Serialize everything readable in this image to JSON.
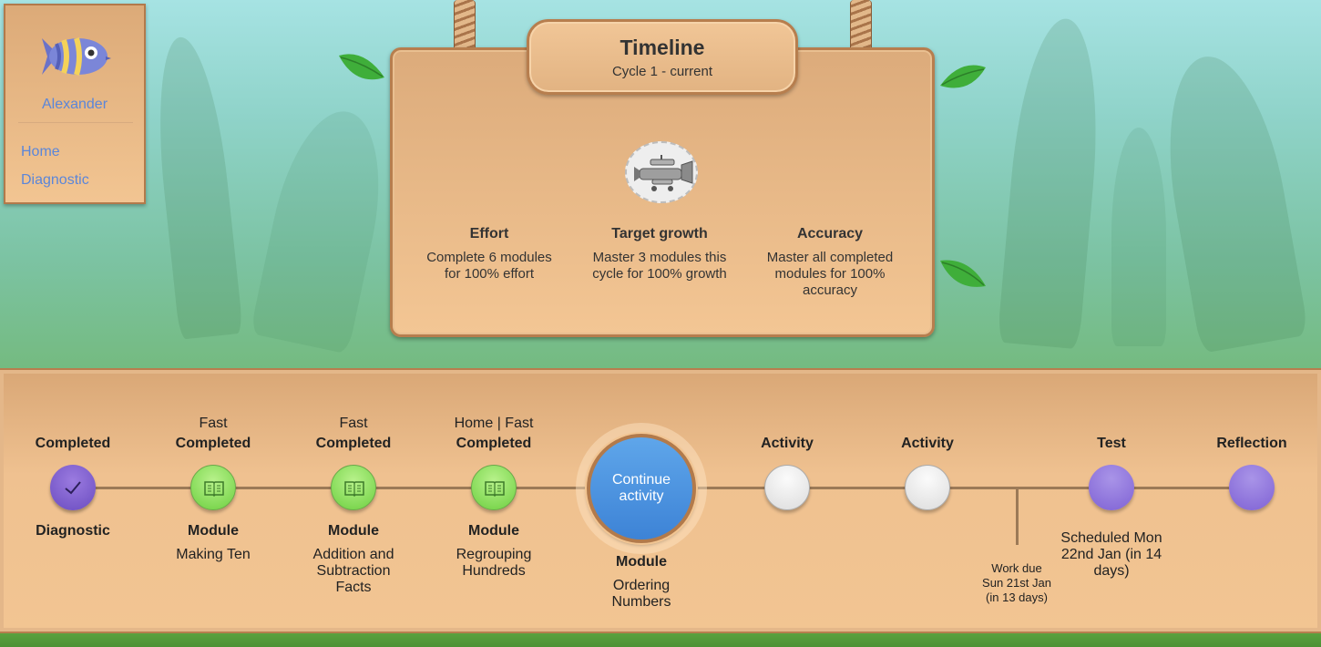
{
  "profile": {
    "name": "Alexander",
    "nav": [
      {
        "label": "Home"
      },
      {
        "label": "Diagnostic"
      }
    ]
  },
  "timeline": {
    "title": "Timeline",
    "subtitle": "Cycle 1 - current",
    "goals": [
      {
        "title": "Effort",
        "description": "Complete 6 modules for 100% effort"
      },
      {
        "title": "Target growth",
        "description": "Master 3 modules this cycle for 100% growth"
      },
      {
        "title": "Accuracy",
        "description": "Master all completed modules for 100% accuracy"
      }
    ]
  },
  "steps": [
    {
      "top": "",
      "status": "Completed",
      "type": "Diagnostic",
      "detail": ""
    },
    {
      "top": "Fast",
      "status": "Completed",
      "type": "Module",
      "detail": "Making Ten"
    },
    {
      "top": "Fast",
      "status": "Completed",
      "type": "Module",
      "detail": "Addition and Subtraction Facts"
    },
    {
      "top": "Home |  Fast",
      "status": "Completed",
      "type": "Module",
      "detail": "Regrouping Hundreds"
    },
    {
      "top": "",
      "status": "",
      "type": "Module",
      "detail": "Ordering Numbers",
      "button": "Continue activity"
    },
    {
      "top": "",
      "status": "Activity",
      "type": "",
      "detail": ""
    },
    {
      "top": "",
      "status": "Activity",
      "type": "",
      "detail": ""
    },
    {
      "top": "",
      "status": "Test",
      "type": "",
      "detail": "Scheduled Mon 22nd Jan (in 14 days)"
    },
    {
      "top": "",
      "status": "Reflection",
      "type": "",
      "detail": ""
    }
  ],
  "work_due": "Work due Sun 21st Jan (in 13 days)",
  "colors": {
    "wood": "#f2c592",
    "wood_border": "#b77e4e",
    "link": "#5b86d9",
    "completed_purple": "#6a4cc0",
    "module_green": "#6ccf3f",
    "current_blue": "#3d83d6",
    "test_purple": "#7f62d4"
  },
  "icons": {
    "avatar": "fish-avatar-icon",
    "badge": "airplane-icon",
    "completed": "checkmark-icon",
    "module": "book-icon"
  }
}
